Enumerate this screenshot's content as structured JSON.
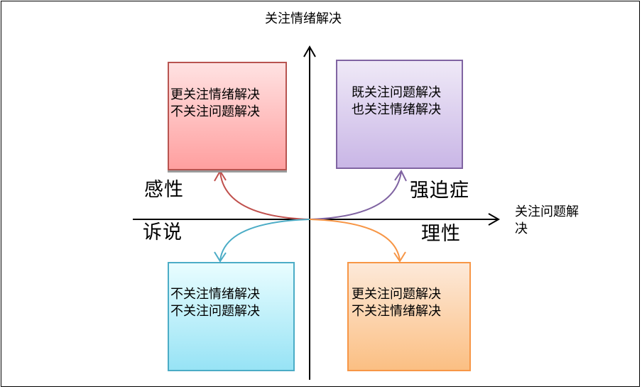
{
  "axes": {
    "y_label": "关注情绪解决",
    "x_label_line1": "关注问题解",
    "x_label_line2": "决"
  },
  "quadrants": {
    "top_left": {
      "line1": "更关注情绪解决",
      "line2": "不关注问题解决",
      "fill": "#ff9f9f",
      "border": "#b85450"
    },
    "top_right": {
      "line1": "既关注问题解决",
      "line2": "也关注情绪解决",
      "fill": "#c9b6e6",
      "border": "#8064a2"
    },
    "bottom_left": {
      "line1": "不关注情绪解决",
      "line2": "不关注问题解决",
      "fill": "#97e3f5",
      "border": "#4bacc6"
    },
    "bottom_right": {
      "line1": "更关注问题解决",
      "line2": "不关注情绪解决",
      "fill": "#fbbf83",
      "border": "#f79646"
    }
  },
  "labels": {
    "ganxing": "感性",
    "qiangpozheng": "强迫症",
    "sushuo": "诉说",
    "lixing": "理性"
  },
  "arrow_colors": {
    "top_left": "#c0504d",
    "top_right": "#8064a2",
    "bottom_left": "#4bacc6",
    "bottom_right": "#f79646"
  }
}
